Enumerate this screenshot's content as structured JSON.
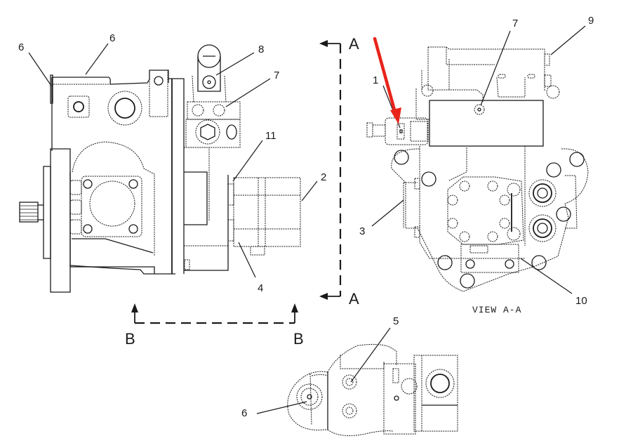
{
  "diagram": {
    "views": {
      "side_view": {
        "callouts": [
          {
            "id": "callout-6a",
            "text": "6"
          },
          {
            "id": "callout-6b",
            "text": "6"
          },
          {
            "id": "callout-8",
            "text": "8"
          },
          {
            "id": "callout-7a",
            "text": "7"
          },
          {
            "id": "callout-11",
            "text": "11"
          },
          {
            "id": "callout-2",
            "text": "2"
          },
          {
            "id": "callout-4",
            "text": "4"
          }
        ]
      },
      "view_a": {
        "label": "VIEW A-A",
        "callouts": [
          {
            "id": "callout-1",
            "text": "1"
          },
          {
            "id": "callout-7b",
            "text": "7"
          },
          {
            "id": "callout-9",
            "text": "9"
          },
          {
            "id": "callout-3",
            "text": "3"
          },
          {
            "id": "callout-10",
            "text": "10"
          }
        ]
      },
      "view_b": {
        "callouts": [
          {
            "id": "callout-5",
            "text": "5"
          },
          {
            "id": "callout-6c",
            "text": "6"
          }
        ]
      }
    },
    "section_marks": {
      "a_top": "A",
      "a_bottom": "A",
      "b_left": "B",
      "b_right": "B"
    },
    "highlight": {
      "target_callout": "1",
      "color": "#e8241a"
    }
  }
}
